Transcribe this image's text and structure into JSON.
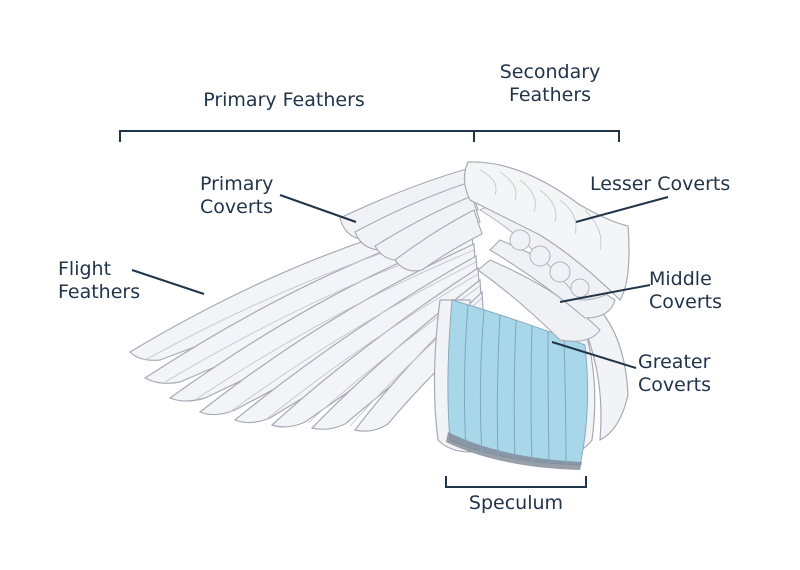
{
  "labels": {
    "primary_feathers": "Primary Feathers",
    "secondary_feathers": [
      "Secondary",
      "Feathers"
    ],
    "primary_coverts": [
      "Primary",
      "Coverts"
    ],
    "lesser_coverts": "Lesser Coverts",
    "flight_feathers": [
      "Flight",
      "Feathers"
    ],
    "middle_coverts": [
      "Middle",
      "Coverts"
    ],
    "greater_coverts": [
      "Greater",
      "Coverts"
    ],
    "speculum": "Speculum"
  },
  "colors": {
    "ink": "#22344a",
    "feather_fill": "#f2f3f6",
    "feather_stroke": "#a9adb8",
    "speculum_blue": "#a9d7ea",
    "speculum_dark": "#7f8795"
  }
}
